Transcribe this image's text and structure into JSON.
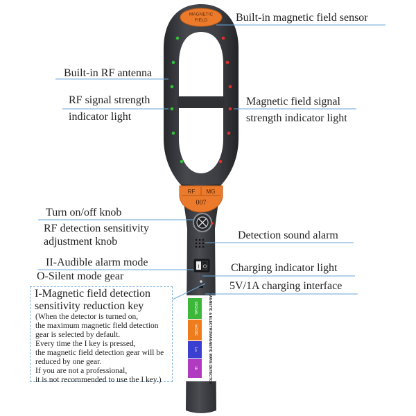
{
  "device": {
    "top_badge": [
      "MAGNETIC",
      "FIELD"
    ],
    "mode_tab_rf": "RF",
    "mode_tab_mg": "MG",
    "model": "007",
    "side_label": "MAGNETIC & ELECTROMAGNETIC WAVE DETECTOR",
    "strip_labels": [
      "SIGNAL",
      "MODE",
      "Lo",
      "Hi"
    ],
    "colors": {
      "body": "#3d3f44",
      "orange": "#ec7a2b",
      "green_led": "#34c23a",
      "red_led": "#e23028",
      "strip_green": "#3cb73a",
      "strip_orange": "#ee7b1c",
      "strip_blue": "#3a3fcf",
      "strip_purple": "#b03ac0"
    }
  },
  "labels": {
    "magnetic_sensor": "Built-in magnetic field sensor",
    "rf_antenna": "Built-in RF antenna",
    "rf_strength": [
      "RF signal strength",
      "indicator light"
    ],
    "mag_strength": [
      "Magnetic field signal",
      "strength indicator light"
    ],
    "on_off_knob": "Turn on/off knob",
    "rf_sensitivity": [
      "RF detection sensitivity",
      "adjustment knob"
    ],
    "sound_alarm": "Detection sound alarm",
    "audible_mode": "II-Audible alarm mode",
    "silent_mode": "O-Silent mode gear",
    "charging_light": "Charging indicator light",
    "charging_interface": "5V/1A charging interface"
  },
  "note": {
    "title": [
      "I-Magnetic field detection",
      "sensitivity reduction key"
    ],
    "body": [
      "(When the detector is turned on,",
      "the maximum magnetic field detection",
      "gear is selected by default.",
      "Every time the I key is pressed,",
      "the magnetic field detection gear will be",
      "reduced by one gear.",
      "If you are not a professional,",
      "it is not recommended to use the I key.)"
    ]
  }
}
